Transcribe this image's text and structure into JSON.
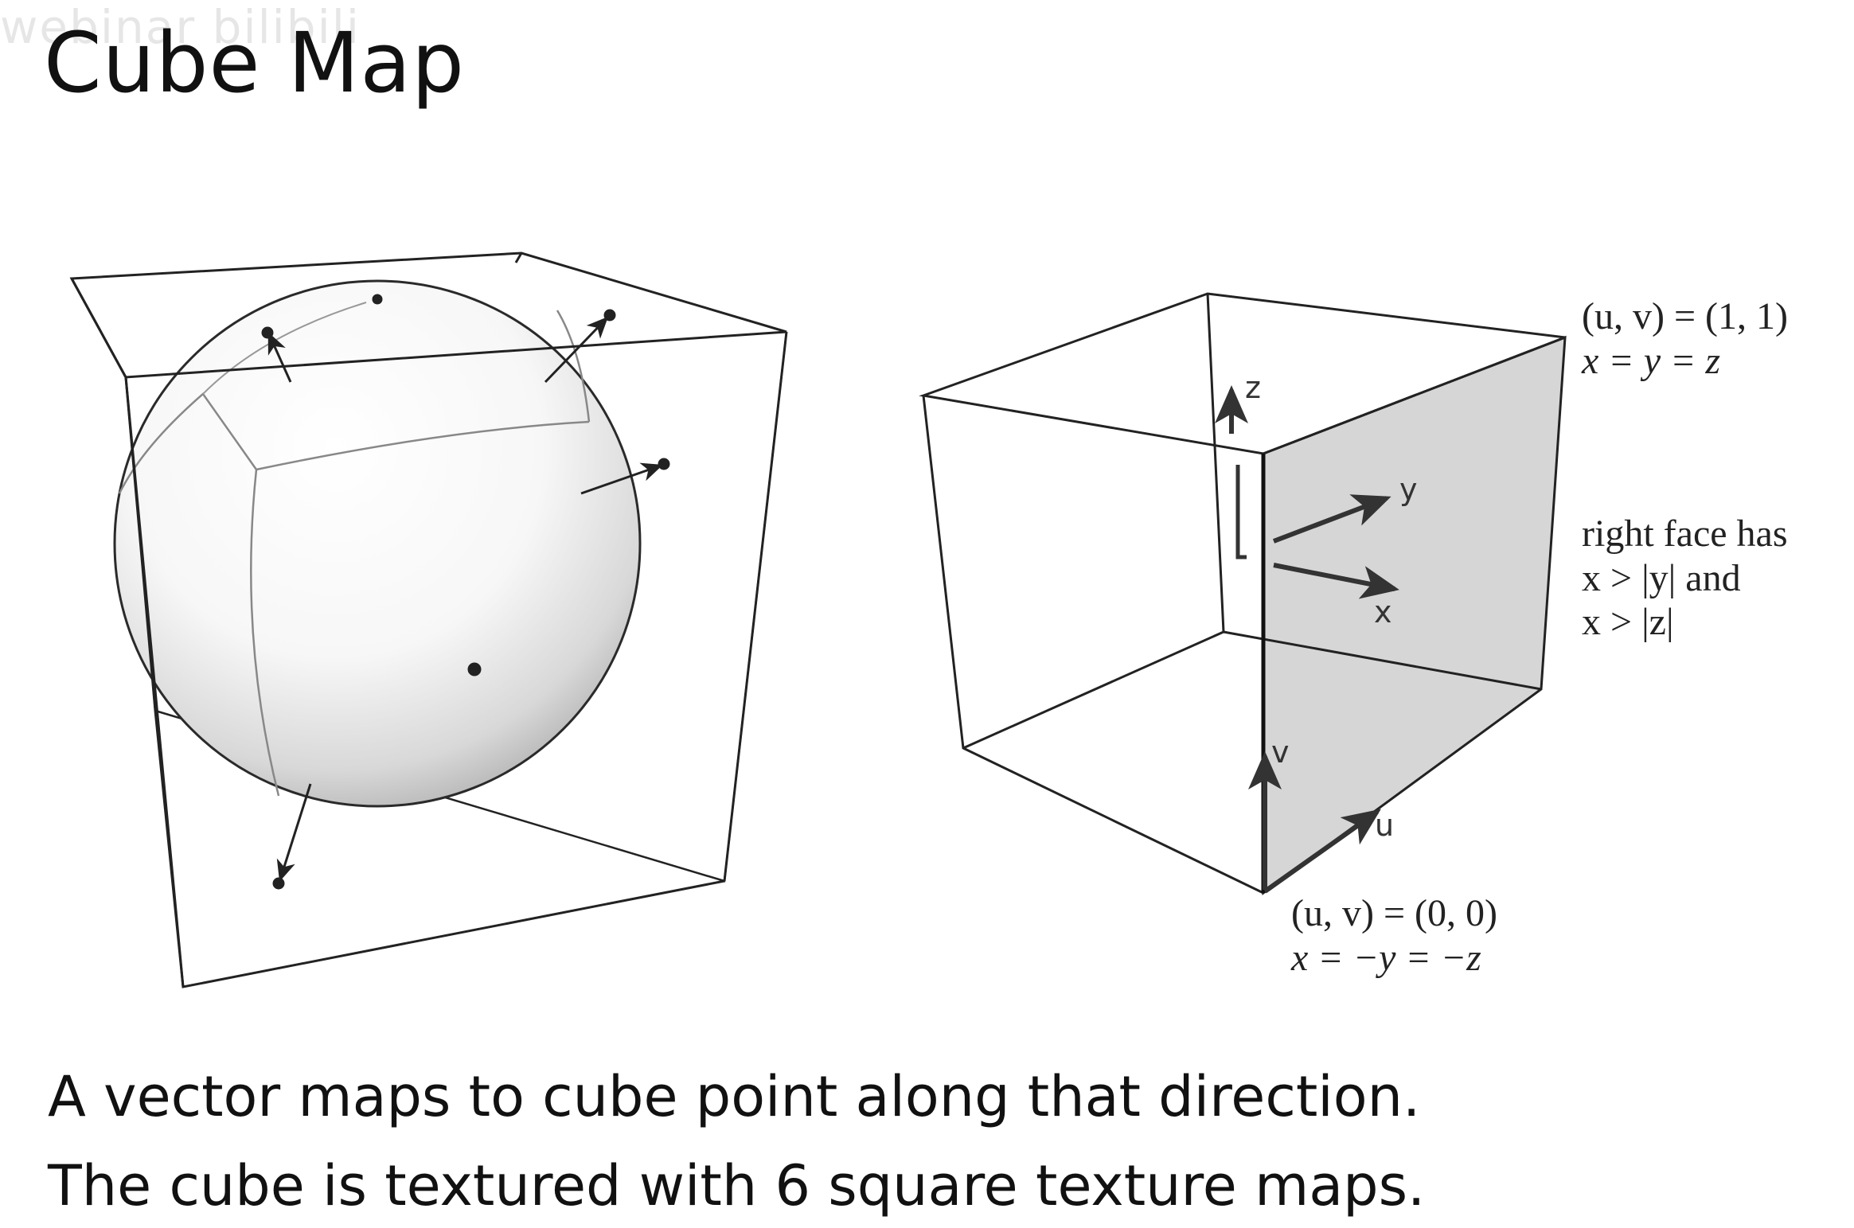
{
  "watermark": "webinar bilibili",
  "slide": {
    "title": "Cube Map",
    "body_lines": [
      "A vector maps to cube point along that direction.",
      "The cube is textured with 6 square texture maps."
    ]
  },
  "right_figure": {
    "corner_top": {
      "line1": "(u, v) = (1, 1)",
      "line2": "x = y = z"
    },
    "face_note": {
      "line1": "right face has",
      "line2": "x > |y| and",
      "line3": "x > |z|"
    },
    "corner_bottom": {
      "line1": "(u, v) = (0, 0)",
      "line2": "x = −y = −z"
    },
    "axes": {
      "z": "z",
      "y": "y",
      "x": "x",
      "v": "v",
      "u": "u"
    },
    "face_color": "#d6d6d6"
  }
}
